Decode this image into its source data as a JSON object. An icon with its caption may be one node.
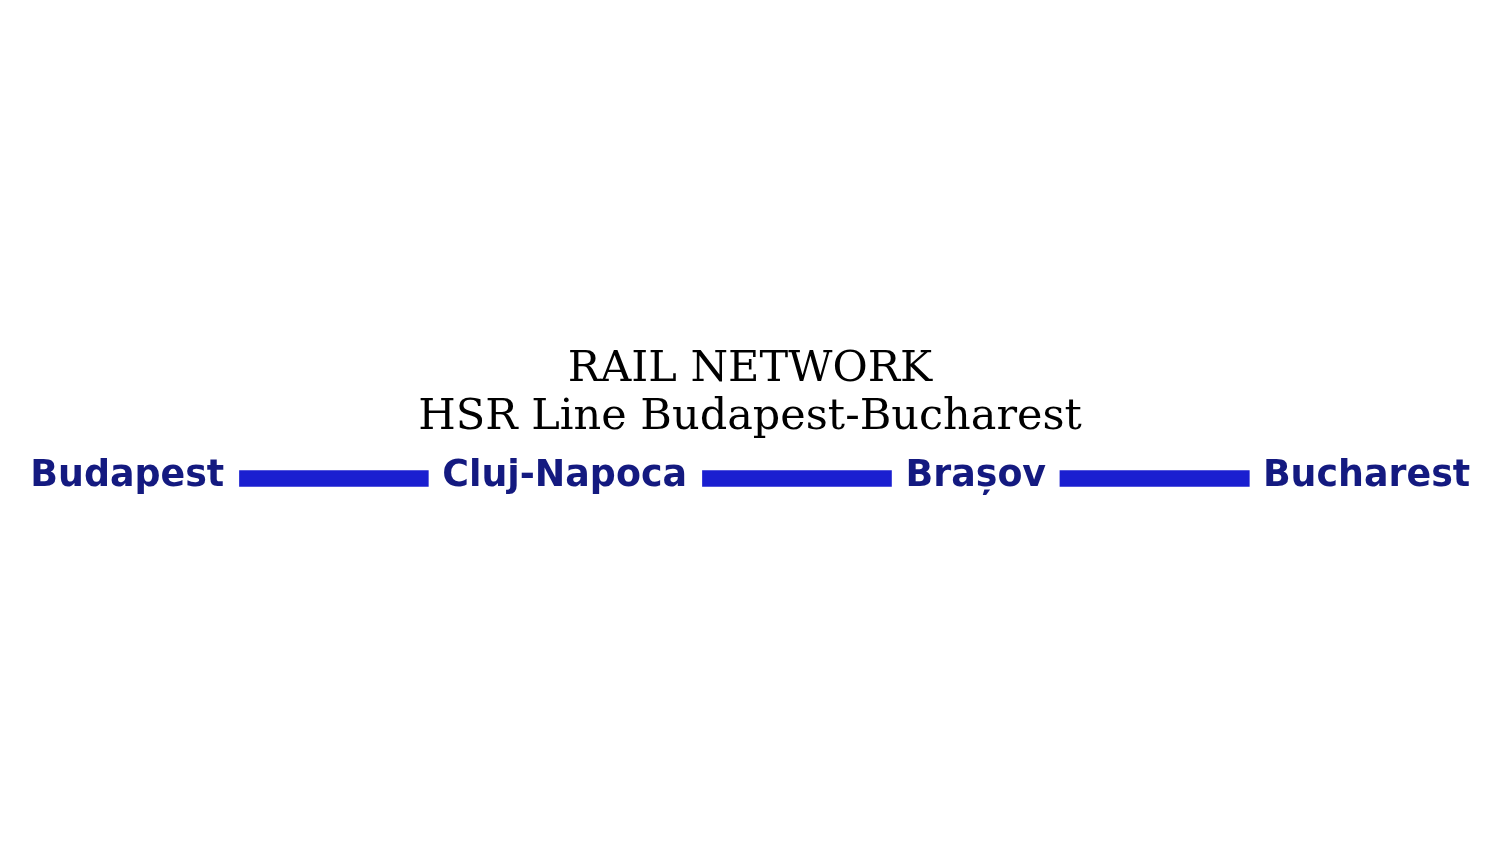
{
  "diagram": {
    "title": "RAIL NETWORK",
    "caption": "HSR Line Budapest-Bucharest",
    "nodes": [
      {
        "text": [
          "Budapest"
        ]
      },
      {
        "text": [
          "Cluj-Napoca"
        ]
      },
      {
        "text": [
          "Brașov"
        ]
      },
      {
        "text": [
          "Bucharest"
        ]
      }
    ],
    "edges": [
      {
        "from": 0,
        "to": 1,
        "arrow": "none"
      },
      {
        "from": 1,
        "to": 2,
        "arrow": "none"
      },
      {
        "from": 2,
        "to": 3,
        "arrow": "none"
      }
    ]
  }
}
